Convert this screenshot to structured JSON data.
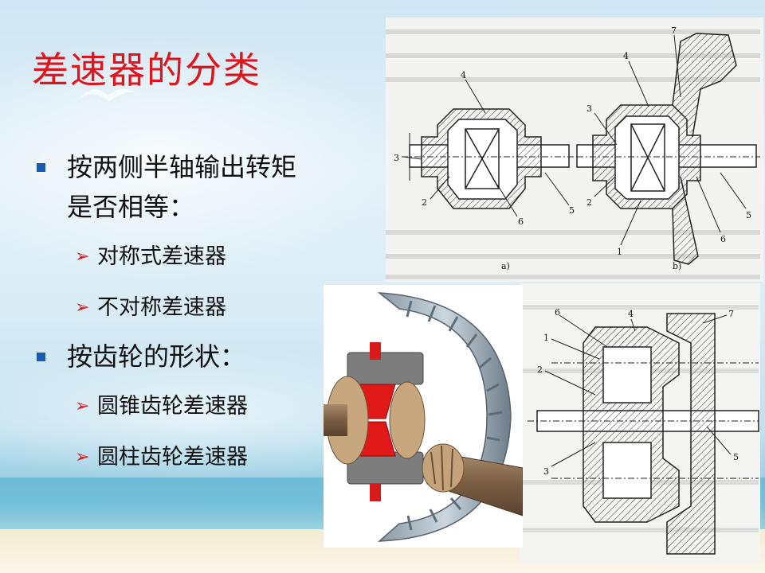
{
  "slide": {
    "title": "差速器的分类",
    "bullets": [
      {
        "text": "按两侧半轴输出转矩是否相等：",
        "line1": "按两侧半轴输出转矩",
        "line2": "是否相等：",
        "children": [
          "对称式差速器",
          "不对称差速器"
        ]
      },
      {
        "text": "按齿轮的形状：",
        "children": [
          "圆锥齿轮差速器",
          "圆柱齿轮差速器"
        ]
      }
    ]
  },
  "figure_top": {
    "label_a": "a)",
    "label_b": "b)",
    "callouts_a": [
      "4",
      "3",
      "2",
      "6",
      "5"
    ],
    "callouts_b": [
      "4",
      "7",
      "3",
      "2",
      "1",
      "6",
      "5"
    ]
  },
  "figure_bottom": {
    "callouts": [
      "6",
      "4",
      "7",
      "1",
      "2",
      "3",
      "5"
    ]
  },
  "colors": {
    "title": "#e0141b",
    "bullet_square": "#1a5ab0",
    "sub_arrow": "#d21e1e"
  },
  "icons": {
    "bullet": "blue-square-bullet",
    "sub_bullet": "red-arrowhead-bullet"
  }
}
